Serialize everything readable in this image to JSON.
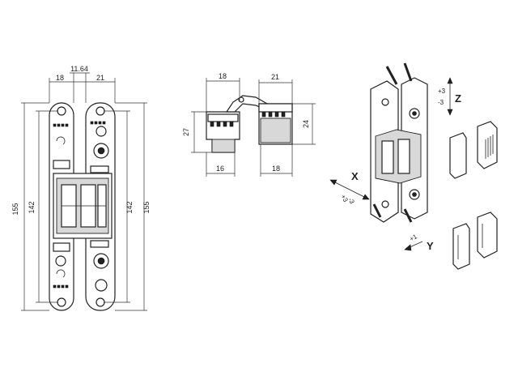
{
  "front_view": {
    "dims": {
      "top_left": "18",
      "top_center": "11.64",
      "top_right": "21",
      "outer_left": "155",
      "inner_left": "142",
      "inner_right": "142",
      "outer_right": "155"
    }
  },
  "top_view": {
    "dims": {
      "top_left": "18",
      "top_right": "21",
      "height_left": "27",
      "height_right": "24",
      "bottom_left": "16",
      "bottom_right": "18"
    }
  },
  "adjustment": {
    "z_axis": "Z",
    "z_plus": "+3",
    "z_minus": "-3",
    "x_axis": "X",
    "x_plus": "+3",
    "x_minus": "-3",
    "y_axis": "Y",
    "y_plus": "+1"
  }
}
